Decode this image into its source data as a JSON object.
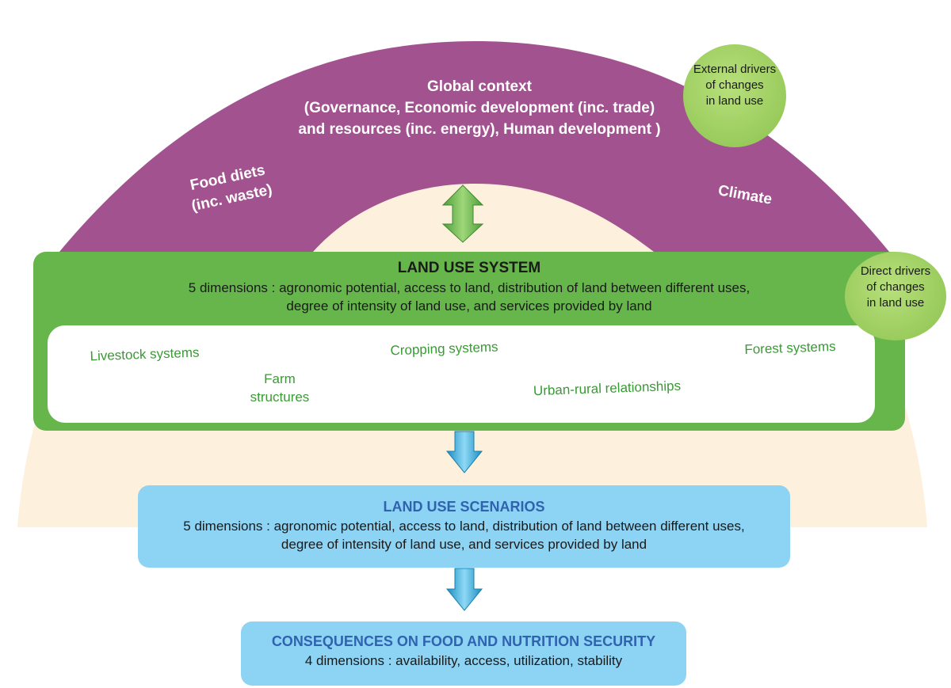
{
  "arc": {
    "global_context": {
      "line1": "Global context",
      "line2": "(Governance, Economic development (inc. trade)",
      "line3": "and resources (inc. energy), Human development )"
    },
    "food_diets": {
      "line1": "Food diets",
      "line2": "(inc. waste)"
    },
    "climate": "Climate"
  },
  "external_drivers": {
    "line1": "External drivers",
    "line2": "of changes",
    "line3": "in land use"
  },
  "direct_drivers": {
    "line1": "Direct drivers",
    "line2": "of changes",
    "line3": "in land use"
  },
  "land_use_system": {
    "title": "LAND USE SYSTEM",
    "desc_line1": "5 dimensions : agronomic potential, access to land, distribution of land between different uses,",
    "desc_line2": "degree of intensity of land use, and services provided by land",
    "systems": {
      "livestock": "Livestock systems",
      "cropping": "Cropping systems",
      "forest": "Forest systems",
      "farm_line1": "Farm",
      "farm_line2": "structures",
      "urban_rural": "Urban-rural relationships"
    }
  },
  "land_use_scenarios": {
    "title": "LAND USE SCENARIOS",
    "desc_line1": "5 dimensions : agronomic potential, access to land, distribution of land between different uses,",
    "desc_line2": "degree of intensity of land use, and services provided by land"
  },
  "consequences": {
    "title": "CONSEQUENCES ON FOOD AND NUTRITION SECURITY",
    "desc": "4 dimensions : availability, access, utilization, stability"
  },
  "colors": {
    "background_arc": "#fdf0dc",
    "purple_arc": "#a2528f",
    "green_panel": "#66b64c",
    "circle_green": "#9ccf5d",
    "blue_box": "#8dd3f3",
    "blue_title": "#2f63b0",
    "system_label": "#3a9a35"
  }
}
